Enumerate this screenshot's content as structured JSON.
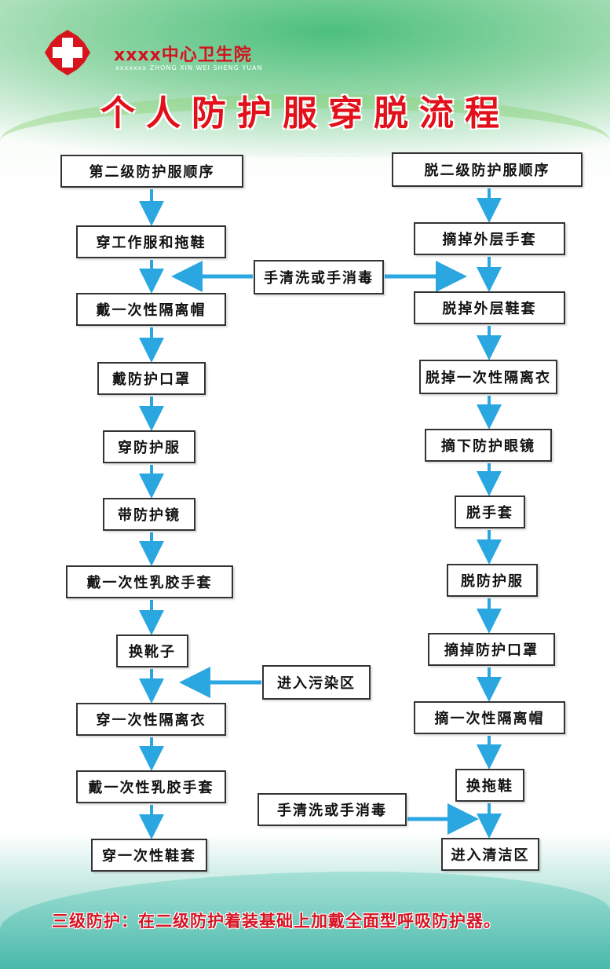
{
  "header": {
    "hospital_name": "xxxx中心卫生院",
    "hospital_name_en": "xxxxxxx ZHONG XIN WEI SHENG YUAN",
    "title": "个人防护服穿脱流程"
  },
  "left": {
    "heading": "第二级防护服顺序",
    "steps": [
      "穿工作服和拖鞋",
      "戴一次性隔离帽",
      "戴防护口罩",
      "穿防护服",
      "带防护镜",
      "戴一次性乳胶手套",
      "换靴子",
      "穿一次性隔离衣",
      "戴一次性乳胶手套",
      "穿一次性鞋套"
    ]
  },
  "right": {
    "heading": "脱二级防护服顺序",
    "steps": [
      "摘掉外层手套",
      "脱掉外层鞋套",
      "脱掉一次性隔离衣",
      "摘下防护眼镜",
      "脱手套",
      "脱防护服",
      "摘掉防护口罩",
      "摘一次性隔离帽",
      "换拖鞋",
      "进入清洁区"
    ]
  },
  "middle": {
    "hand_wash_top": "手清洗或手消毒",
    "enter_contaminated": "进入污染区",
    "hand_wash_bottom": "手清洗或手消毒"
  },
  "footer": {
    "note": "三级防护：在二级防护着装基础上加戴全面型呼吸防护器。"
  },
  "colors": {
    "arrow": "#2aa6e0",
    "title": "#e2101b"
  }
}
